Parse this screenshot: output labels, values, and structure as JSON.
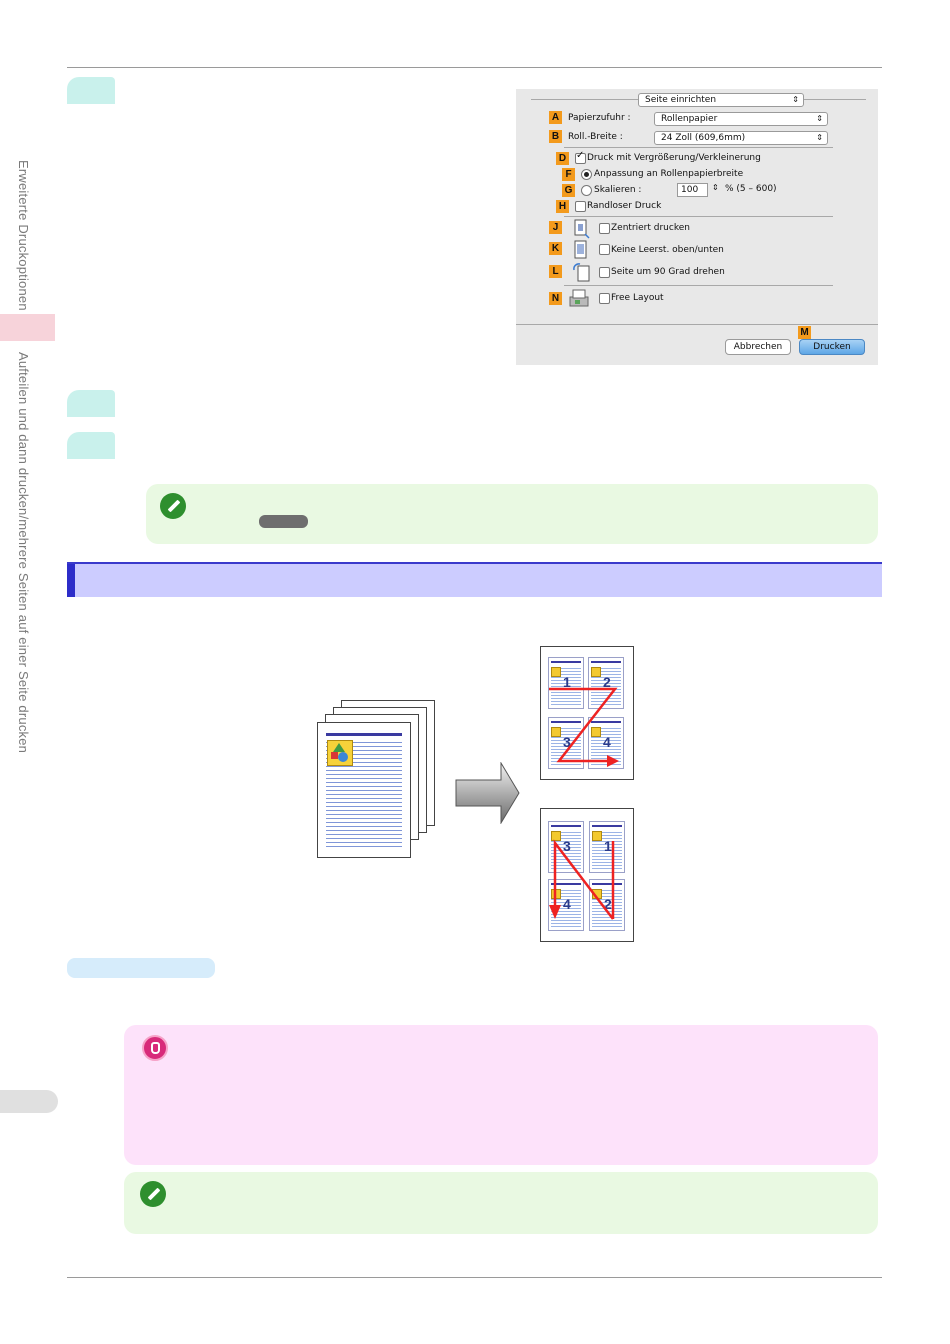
{
  "sidebar": {
    "chapter": "Erweiterte Druckoptionen",
    "section": "Aufteilen und dann drucken/mehrere Seiten auf einer Seite drucken"
  },
  "dialog": {
    "preset": "Seite einrichten",
    "rows": {
      "A": {
        "key": "A",
        "label": "Papierzufuhr :",
        "value": "Rollenpapier"
      },
      "B": {
        "key": "B",
        "label": "Roll.-Breite :",
        "value": "24 Zoll (609,6mm)"
      },
      "D": {
        "key": "D",
        "label": "Druck mit Vergrößerung/Verkleinerung"
      },
      "F": {
        "key": "F",
        "label": "Anpassung an Rollenpapierbreite"
      },
      "G": {
        "key": "G",
        "label": "Skalieren :",
        "value": "100",
        "range": "% (5 – 600)"
      },
      "H": {
        "key": "H",
        "label": "Randloser Druck"
      },
      "J": {
        "key": "J",
        "label": "Zentriert drucken"
      },
      "K": {
        "key": "K",
        "label": "Keine Leerst. oben/unten"
      },
      "L": {
        "key": "L",
        "label": "Seite um 90 Grad drehen"
      },
      "N": {
        "key": "N",
        "label": "Free Layout"
      },
      "M": {
        "key": "M"
      }
    },
    "cancel_label": "Abbrechen",
    "print_label": "Drucken"
  },
  "illustration": {
    "layout_top": [
      "1",
      "2",
      "3",
      "4"
    ],
    "layout_bottom": [
      "3",
      "1",
      "4",
      "2"
    ]
  }
}
